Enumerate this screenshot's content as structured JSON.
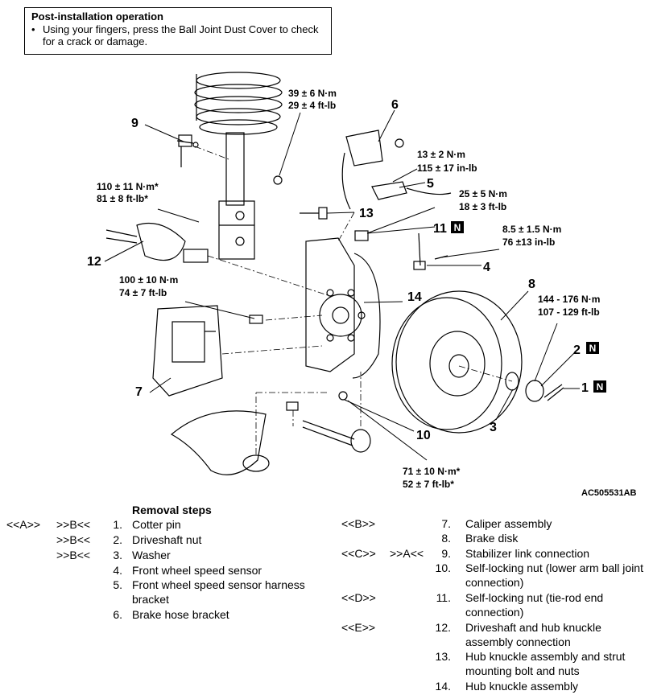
{
  "note": {
    "title": "Post-installation operation",
    "bullet": "Using your fingers, press the Ball Joint Dust Cover to check for a crack or damage."
  },
  "callouts": {
    "c1": "1",
    "c2": "2",
    "c3": "3",
    "c4": "4",
    "c5": "5",
    "c6": "6",
    "c7": "7",
    "c8": "8",
    "c9": "9",
    "c10": "10",
    "c11": "11",
    "c12": "12",
    "c13": "13",
    "c14": "14",
    "n_badge": "N"
  },
  "torques": {
    "t1a": "39 ± 6 N·m",
    "t1b": "29 ± 4 ft-lb",
    "t2a": "13 ± 2 N·m",
    "t2b": "115 ± 17 in-lb",
    "t3a": "110 ± 11 N·m*",
    "t3b": "81 ± 8 ft-lb*",
    "t4a": "25 ± 5 N·m",
    "t4b": "18 ± 3 ft-lb",
    "t5a": "8.5 ± 1.5 N·m",
    "t5b": "76 ±13 in-lb",
    "t6a": "100 ± 10 N·m",
    "t6b": "74 ± 7 ft-lb",
    "t7a": "144 - 176 N·m",
    "t7b": "107 - 129 ft-lb",
    "t8a": "71 ± 10 N·m*",
    "t8b": "52 ± 7 ft-lb*"
  },
  "doc_id": "AC505531AB",
  "removal": {
    "title": "Removal steps",
    "left": [
      {
        "ref1": "<<A>>",
        "ref2": ">>B<<",
        "num": "1.",
        "text": "Cotter pin"
      },
      {
        "ref1": "",
        "ref2": ">>B<<",
        "num": "2.",
        "text": "Driveshaft nut"
      },
      {
        "ref1": "",
        "ref2": "",
        "num": "3.",
        "text": "Washer"
      },
      {
        "ref1": "",
        "ref2": "",
        "num": "4.",
        "text": "Front wheel speed sensor"
      },
      {
        "ref1": "",
        "ref2": "",
        "num": "5.",
        "text": "Front wheel speed sensor harness bracket"
      },
      {
        "ref1": "",
        "ref2": "",
        "num": "6.",
        "text": "Brake hose bracket"
      }
    ],
    "right": [
      {
        "ref1": "<<B>>",
        "ref2": "",
        "num": "7.",
        "text": "Caliper assembly"
      },
      {
        "ref1": "",
        "ref2": "",
        "num": "8.",
        "text": "Brake disk"
      },
      {
        "ref1": "<<C>>",
        "ref2": ">>A<<",
        "num": "9.",
        "text": "Stabilizer link connection"
      },
      {
        "ref1": "",
        "ref2": "",
        "num": "10.",
        "text": "Self-locking nut (lower arm ball joint connection)"
      },
      {
        "ref1": "<<D>>",
        "ref2": "",
        "num": "11.",
        "text": "Self-locking nut (tie-rod end connection)"
      },
      {
        "ref1": "<<E>>",
        "ref2": "",
        "num": "12.",
        "text": "Driveshaft and hub knuckle assembly connection"
      },
      {
        "ref1": "",
        "ref2": "",
        "num": "13.",
        "text": "Hub knuckle assembly and strut mounting bolt and nuts"
      },
      {
        "ref1": "",
        "ref2": "",
        "num": "14.",
        "text": "Hub knuckle assembly"
      }
    ]
  }
}
